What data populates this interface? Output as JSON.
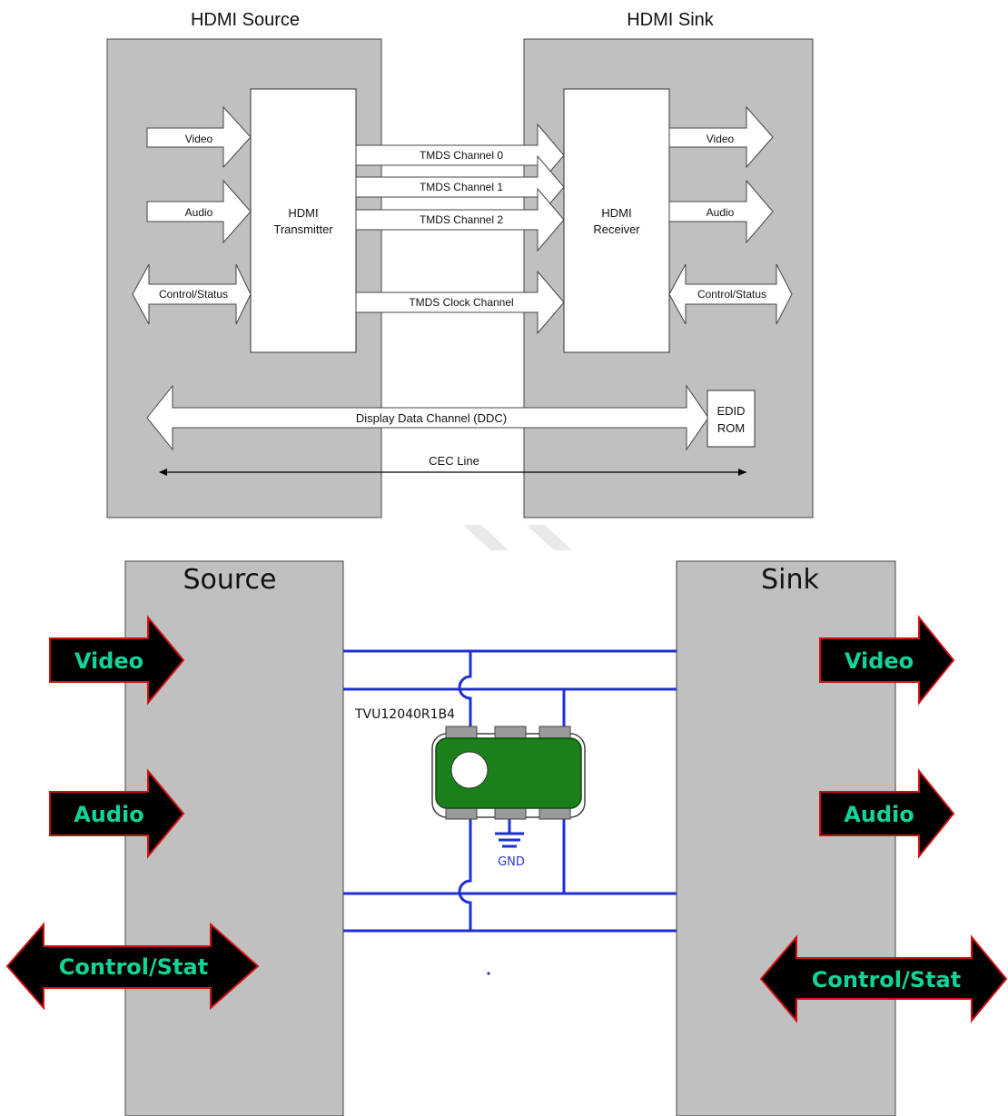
{
  "top": {
    "source_title": "HDMI Source",
    "sink_title": "HDMI Sink",
    "transmitter": [
      "HDMI",
      "Transmitter"
    ],
    "receiver": [
      "HDMI",
      "Receiver"
    ],
    "src_video": "Video",
    "src_audio": "Audio",
    "src_control": "Control/Status",
    "sink_video": "Video",
    "sink_audio": "Audio",
    "sink_control": "Control/Status",
    "tmds0": "TMDS Channel 0",
    "tmds1": "TMDS Channel 1",
    "tmds2": "TMDS Channel 2",
    "tmds_clock": "TMDS Clock Channel",
    "ddc": "Display Data Channel (DDC)",
    "edid": [
      "EDID",
      "ROM"
    ],
    "cec": "CEC Line"
  },
  "bottom": {
    "source_title": "Source",
    "sink_title": "Sink",
    "src_video": "Video",
    "src_audio": "Audio",
    "src_control": "Control/Stat",
    "sink_video": "Video",
    "sink_audio": "Audio",
    "sink_control": "Control/Stat",
    "part_number": "TVU12040R1B4",
    "gnd": "GND"
  },
  "colors": {
    "panel_gray": "#c0c0c0",
    "wire_blue": "#1e2fd6",
    "chip_green": "#1b7f1b",
    "tag_text": "#12d39a",
    "tag_fill": "#000000",
    "tag_border": "#d01010"
  }
}
